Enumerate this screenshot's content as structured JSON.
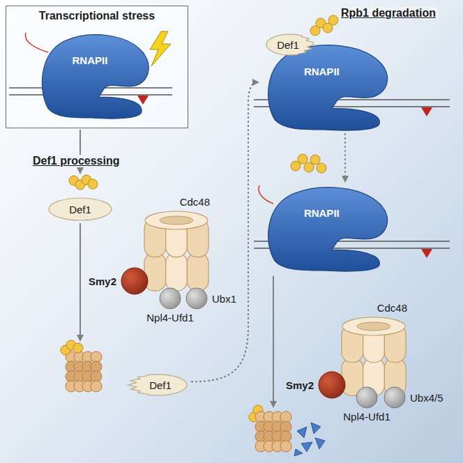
{
  "diagram": {
    "nodes": [
      {
        "text": [
          "Transcriptional stress"
        ]
      },
      {
        "text": [
          "RNAPII"
        ],
        "in": 0
      },
      {
        "text": [
          "Def1"
        ]
      },
      {
        "text": [
          "Cdc48"
        ]
      },
      {
        "text": [
          "Smy2"
        ]
      },
      {
        "text": [
          "Npl4-Ufd1"
        ]
      },
      {
        "text": [
          "Ubx1"
        ]
      },
      {
        "text": [
          "Def1"
        ]
      },
      {
        "text": [
          "RNAPII"
        ]
      },
      {
        "text": [
          "Def1"
        ]
      },
      {
        "text": [
          "RNAPII"
        ]
      },
      {
        "text": [
          "Cdc48"
        ]
      },
      {
        "text": [
          "Smy2"
        ]
      },
      {
        "text": [
          "Npl4-Ufd1"
        ]
      },
      {
        "text": [
          "Ubx4/5"
        ]
      }
    ],
    "edges": [
      {
        "from": 0,
        "to": 2,
        "arrow": "to"
      },
      {
        "from": 2,
        "to": 7,
        "arrow": "to"
      },
      {
        "from": 7,
        "to": 8,
        "arrow": "to"
      },
      {
        "from": 8,
        "to": 10,
        "arrow": "to"
      }
    ],
    "labels": [
      "Def1 processing",
      "Rpb1 degradation"
    ]
  }
}
